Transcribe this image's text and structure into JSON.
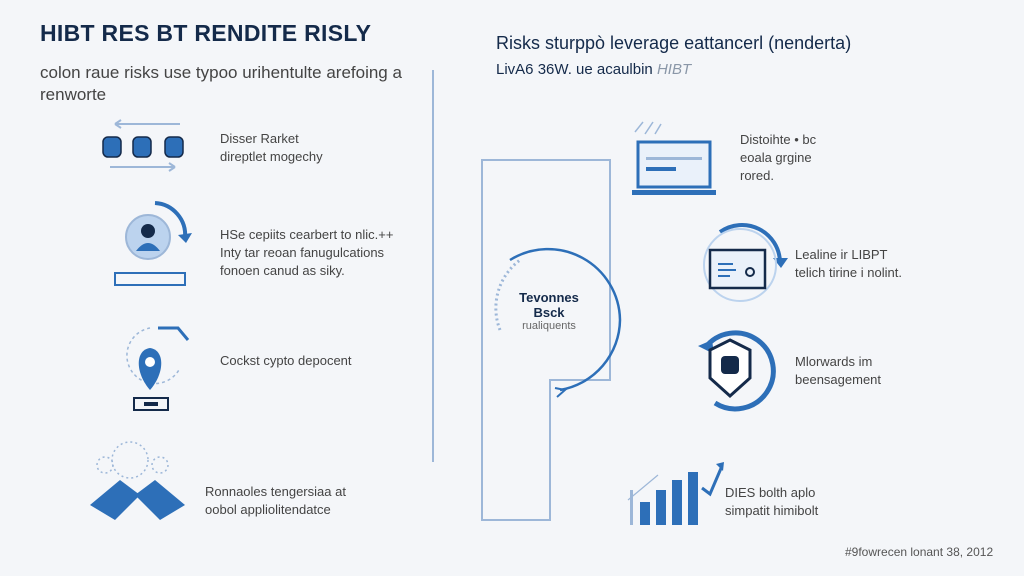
{
  "header": {
    "title": "HIBT RES BT RENDITE RISLY",
    "subtitle": "colon raue risks use typoo urihentulte arefoing a renworte"
  },
  "right_header": {
    "title": "Risks sturppò leverage eattancerl (nenderta)",
    "subtitle": "LivA6 36W. ue acaulbin",
    "subtitle_tag": "HIBT"
  },
  "left_items": [
    {
      "icon": "coins-exchange-icon",
      "lines": [
        "Disser Rarket",
        "direptlet mogechy"
      ]
    },
    {
      "icon": "user-cycle-icon",
      "lines": [
        "HSe cepiits cearbert to nlic.++",
        "Inty tar reoan fanugulcations",
        "fonoen canud as siky."
      ]
    },
    {
      "icon": "location-pin-icon",
      "lines": [
        "Cockst cypto depocent"
      ]
    },
    {
      "icon": "handshake-icon",
      "lines": [
        "Ronnaoles tengersiaa at",
        "oobol appliolitendatce"
      ]
    }
  ],
  "center": {
    "lines": [
      "Tevonnes",
      "Bsck",
      "rualiquents"
    ]
  },
  "right_items": [
    {
      "icon": "monitor-icon",
      "lines": [
        "Distoihte • bc",
        "eoala grgine",
        "rored."
      ]
    },
    {
      "icon": "card-cycle-icon",
      "lines": [
        "Lealine ir LIBPT",
        "telich tirine i nolint."
      ]
    },
    {
      "icon": "shield-icon",
      "lines": [
        "Mlorwards im",
        "beensagement"
      ]
    },
    {
      "icon": "bar-chart-growth-icon",
      "lines": [
        "DIES bolth aplo",
        "simpatit himibolt"
      ]
    }
  ],
  "footer": "#9fowrecen lonant 38, 2012",
  "colors": {
    "primary": "#2d6fb8",
    "dark": "#142a4a",
    "light": "#9db7d8"
  }
}
